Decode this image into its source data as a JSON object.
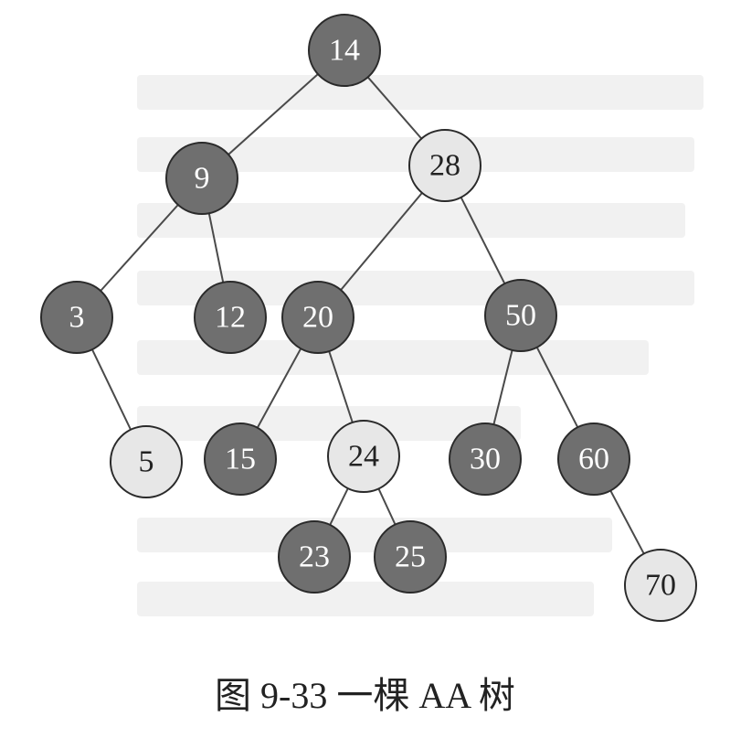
{
  "caption": "图 9-33 一棵 AA 树",
  "colors": {
    "dark_node": "#6f6f6f",
    "light_node": "#e7e7e7",
    "edge": "#4a4a4a"
  },
  "tree": {
    "nodes": [
      {
        "id": "n14",
        "label": "14",
        "tone": "dark"
      },
      {
        "id": "n9",
        "label": "9",
        "tone": "dark"
      },
      {
        "id": "n28",
        "label": "28",
        "tone": "light"
      },
      {
        "id": "n3",
        "label": "3",
        "tone": "dark"
      },
      {
        "id": "n12",
        "label": "12",
        "tone": "dark"
      },
      {
        "id": "n20",
        "label": "20",
        "tone": "dark"
      },
      {
        "id": "n50",
        "label": "50",
        "tone": "dark"
      },
      {
        "id": "n5",
        "label": "5",
        "tone": "light"
      },
      {
        "id": "n15",
        "label": "15",
        "tone": "dark"
      },
      {
        "id": "n24",
        "label": "24",
        "tone": "light"
      },
      {
        "id": "n30",
        "label": "30",
        "tone": "dark"
      },
      {
        "id": "n60",
        "label": "60",
        "tone": "dark"
      },
      {
        "id": "n23",
        "label": "23",
        "tone": "dark"
      },
      {
        "id": "n25",
        "label": "25",
        "tone": "dark"
      },
      {
        "id": "n70",
        "label": "70",
        "tone": "light"
      }
    ],
    "edges": [
      [
        "n14",
        "n9"
      ],
      [
        "n14",
        "n28"
      ],
      [
        "n9",
        "n3"
      ],
      [
        "n9",
        "n12"
      ],
      [
        "n28",
        "n20"
      ],
      [
        "n28",
        "n50"
      ],
      [
        "n3",
        "n5"
      ],
      [
        "n20",
        "n15"
      ],
      [
        "n20",
        "n24"
      ],
      [
        "n24",
        "n23"
      ],
      [
        "n24",
        "n25"
      ],
      [
        "n50",
        "n30"
      ],
      [
        "n50",
        "n60"
      ],
      [
        "n60",
        "n70"
      ]
    ]
  }
}
